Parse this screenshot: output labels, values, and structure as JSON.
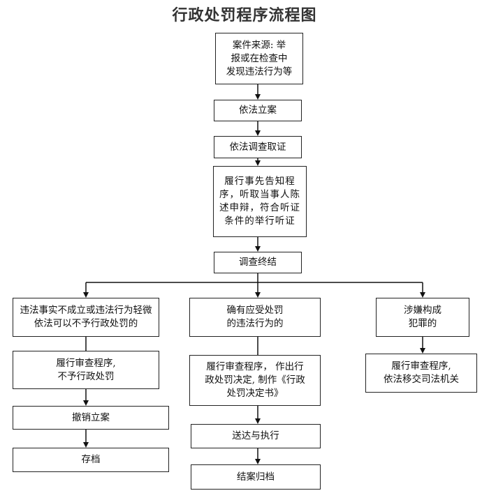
{
  "title": "行政处罚程序流程图",
  "nodes": {
    "source": "案件来源: 举\n报或在检查中\n发现违法行为等",
    "filing": "依法立案",
    "investigate": "依法调查取证",
    "notify": "履行事先告知程\n序，听取当事人陈\n述申辩，符合听证\n条件的举行听证",
    "conclude": "调查终结",
    "left_branch": "违法事实不成立或违法行为轻微\n依法可以不予行政处罚的",
    "left_review": "履行审查程序,\n不予行政处罚",
    "left_revoke": "撤销立案",
    "left_archive": "存档",
    "mid_branch": "确有应受处罚\n的违法行为的",
    "mid_review": "履行审查程序，  作出行\n政处罚决定, 制作《行政\n处罚决定书》",
    "mid_deliver": "送达与执行",
    "mid_archive": "结案归档",
    "right_branch": "涉嫌构成\n犯罪的",
    "right_review": "履行审查程序,\n依法移交司法机关"
  }
}
